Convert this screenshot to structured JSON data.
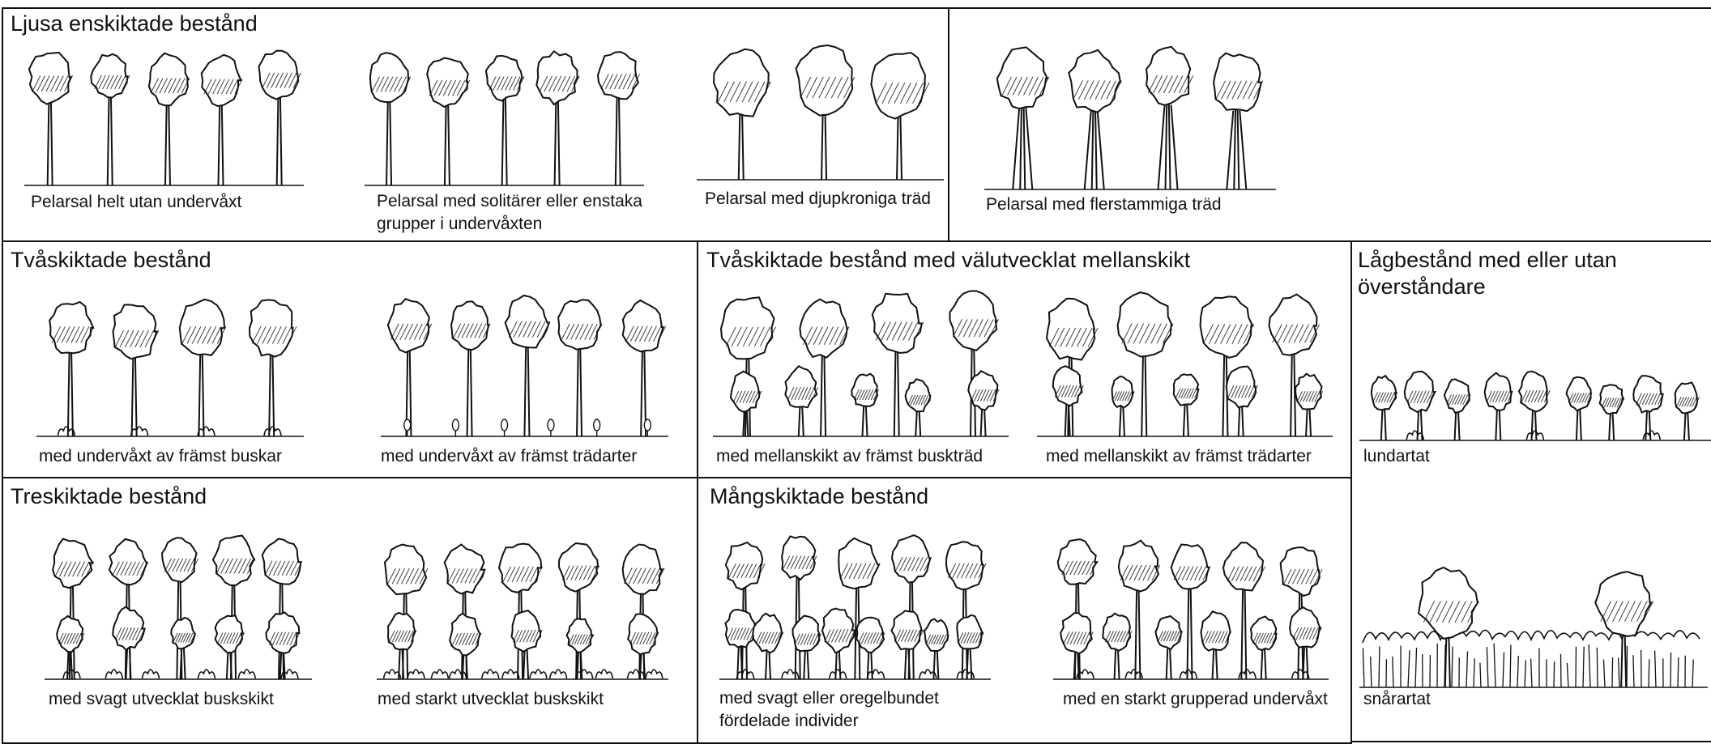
{
  "sections": {
    "ljusa": {
      "title": "Ljusa enskiktade bestånd",
      "captions": [
        "Pelarsal helt utan undervåxt",
        "Pelarsal med solitärer eller enstaka grupper i undervåxten",
        "Pelarsal med djupkroniga träd",
        "Pelarsal med flerstammiga träd"
      ]
    },
    "tvaskiktade": {
      "title": "Tvåskiktade bestånd",
      "captions": [
        "med undervåxt av främst buskar",
        "med undervåxt av främst trädarter"
      ]
    },
    "tvaskiktade_mellan": {
      "title": "Tvåskiktade bestånd med välutvecklat mellanskikt",
      "captions": [
        "med mellanskikt av främst buskträd",
        "med mellanskikt av främst trädarter"
      ]
    },
    "lagbestand": {
      "title": "Lågbestånd med eller utan överståndare",
      "captions": [
        "lundartat",
        "snårartat"
      ]
    },
    "treskiktade": {
      "title": "Treskiktade bestånd",
      "captions": [
        "med svagt utvecklat buskskikt",
        "med starkt utvecklat buskskikt"
      ]
    },
    "mangskiktade": {
      "title": "Mångskiktade bestånd",
      "captions": [
        "med svagt eller oregelbundet fördelade individer",
        "med en starkt grupperad undervåxt"
      ]
    }
  },
  "colors": {
    "ink": "#111111",
    "background": "#ffffff"
  }
}
